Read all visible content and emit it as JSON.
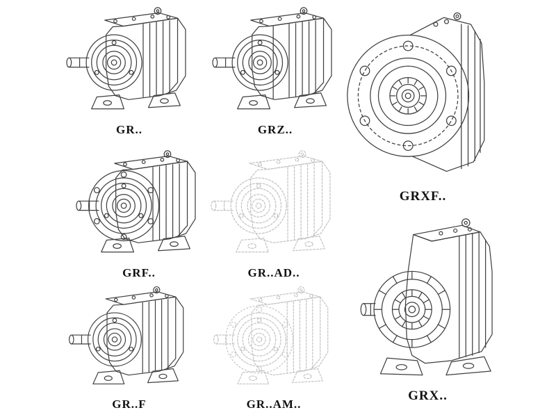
{
  "page": {
    "background": "#ffffff"
  },
  "colors": {
    "line": "#3f3f3f",
    "faint_line": "#c3c3c3",
    "label_text": "#111111"
  },
  "figures": [
    {
      "label": "GR..",
      "drawing": "helical-gearbox-foot-mounted",
      "line_style": "solid"
    },
    {
      "label": "GRZ..",
      "drawing": "helical-gearbox-foot-mounted",
      "line_style": "solid"
    },
    {
      "label": "GRXF..",
      "drawing": "helical-gearbox-flange-front-view",
      "line_style": "solid"
    },
    {
      "label": "GRF..",
      "drawing": "helical-gearbox-flange-mounted",
      "line_style": "solid"
    },
    {
      "label": "GR..AD..",
      "drawing": "helical-gearbox-with-input-adapter",
      "line_style": "faint-dashed"
    },
    {
      "label": "GR..F",
      "drawing": "helical-gearbox-foot-mounted",
      "line_style": "solid"
    },
    {
      "label": "GR..AM..",
      "drawing": "helical-gearbox-with-adapter-flange",
      "line_style": "faint-dashed"
    },
    {
      "label": "GRX..",
      "drawing": "helical-gearbox-large-foot-mounted",
      "line_style": "solid"
    }
  ]
}
